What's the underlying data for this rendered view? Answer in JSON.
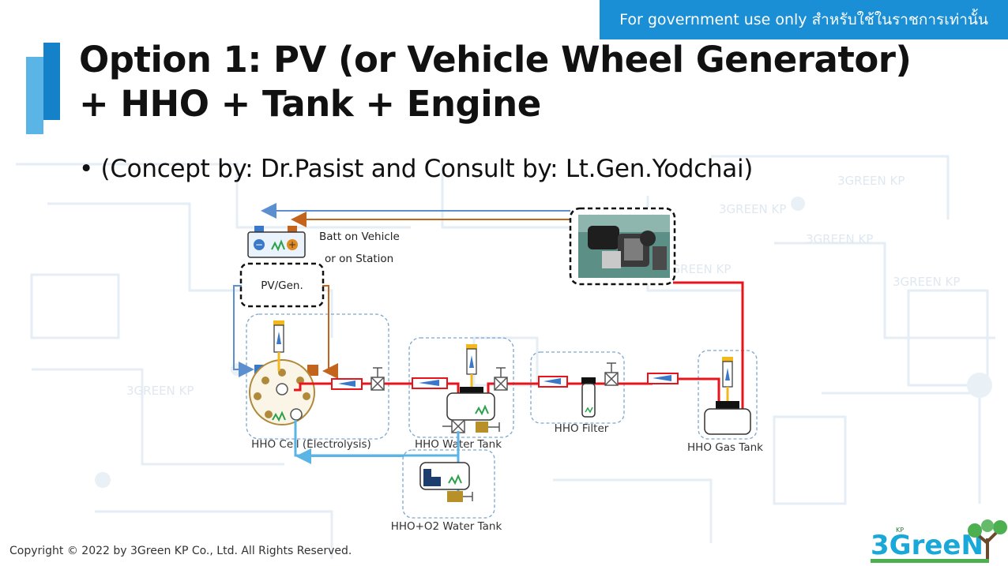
{
  "banner": {
    "text": "For government use only สำหรับใช้ในราชการเท่านั้น"
  },
  "slide": {
    "title_line1": "Option 1: PV (or Vehicle Wheel Generator)",
    "title_line2": "+ HHO + Tank + Engine",
    "bullet": "• (Concept by: Dr.Pasist and Consult by: Lt.Gen.Yodchai)"
  },
  "diagram": {
    "battery_label_line1": "Batt on Vehicle",
    "battery_label_line2": "or on Station",
    "pv_label": "PV/Gen.",
    "hho_cell_label": "HHO Cell (Electrolysis)",
    "hho_water_tank_label": "HHO Water Tank",
    "hho_filter_label": "HHO Filter",
    "hho_gas_tank_label": "HHO Gas Tank",
    "o2_water_tank_label": "HHO+O2 Water Tank",
    "colors": {
      "hho_line": "#e8141b",
      "power_line": "#c4631c",
      "return_line": "#5ab4e6",
      "accent": "#1b8fd6"
    }
  },
  "footer": {
    "copyright": "Copyright © 2022 by 3Green KP Co., Ltd. All Rights Reserved.",
    "logo_text": "3GreeN",
    "logo_small": "KP"
  },
  "watermark": "3GREEN KP"
}
